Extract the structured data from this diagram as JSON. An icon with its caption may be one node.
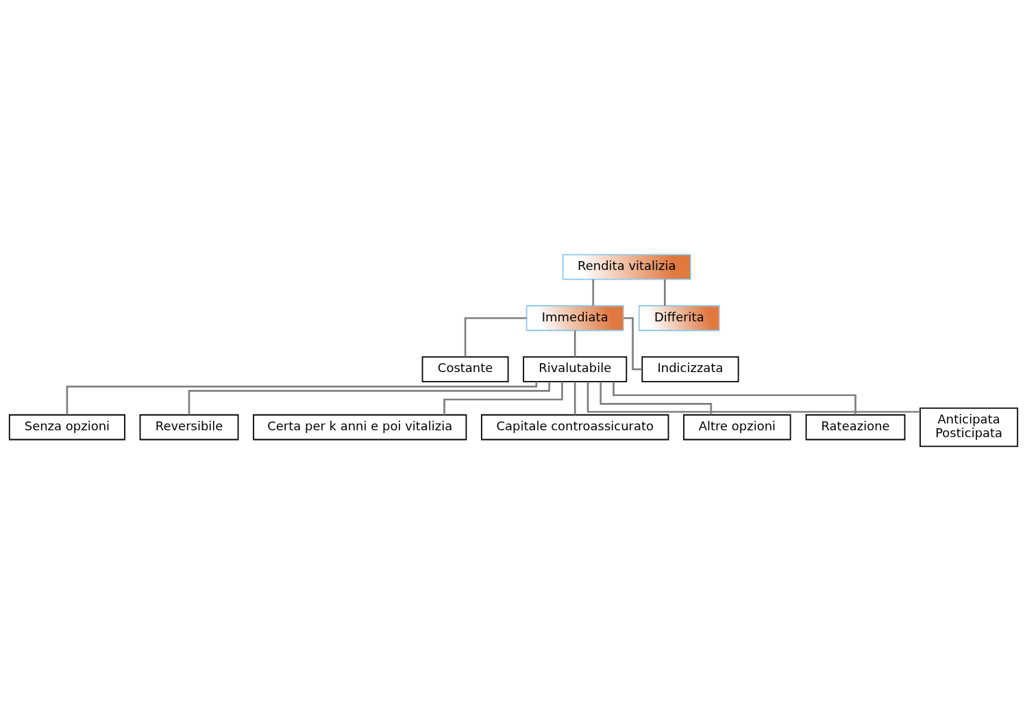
{
  "diagram": {
    "nodes": [
      {
        "text": [
          "Rendita vitalizia"
        ]
      },
      {
        "text": [
          "Immediata"
        ]
      },
      {
        "text": [
          "Differita"
        ]
      },
      {
        "text": [
          "Costante"
        ]
      },
      {
        "text": [
          "Rivalutabile"
        ]
      },
      {
        "text": [
          "Indicizzata"
        ]
      },
      {
        "text": [
          "Senza opzioni"
        ]
      },
      {
        "text": [
          "Reversibile"
        ]
      },
      {
        "text": [
          "Certa per k anni e poi vitalizia"
        ]
      },
      {
        "text": [
          "Capitale controassicurato"
        ]
      },
      {
        "text": [
          "Altre opzioni"
        ]
      },
      {
        "text": [
          "Rateazione"
        ]
      },
      {
        "text": [
          "Anticipata",
          "Posticipata"
        ]
      }
    ],
    "edges": [
      {
        "from": 0,
        "to": 1,
        "arrow": "none"
      },
      {
        "from": 0,
        "to": 2,
        "arrow": "none"
      },
      {
        "from": 1,
        "to": 3,
        "arrow": "none"
      },
      {
        "from": 1,
        "to": 4,
        "arrow": "none"
      },
      {
        "from": 1,
        "to": 5,
        "arrow": "none"
      },
      {
        "from": 4,
        "to": 6,
        "arrow": "none"
      },
      {
        "from": 4,
        "to": 7,
        "arrow": "none"
      },
      {
        "from": 4,
        "to": 8,
        "arrow": "none"
      },
      {
        "from": 4,
        "to": 9,
        "arrow": "none"
      },
      {
        "from": 4,
        "to": 10,
        "arrow": "none"
      },
      {
        "from": 4,
        "to": 11,
        "arrow": "none"
      },
      {
        "from": 4,
        "to": 12,
        "arrow": "none"
      }
    ]
  }
}
